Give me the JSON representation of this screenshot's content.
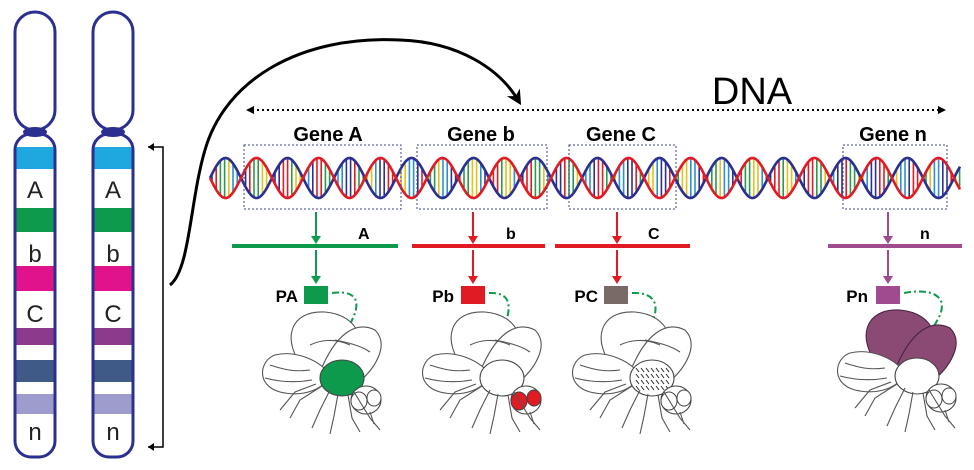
{
  "dna_label": "DNA",
  "chromosome_bands": [
    "A",
    "b",
    "C",
    "n"
  ],
  "genes": [
    {
      "title": "Gene A",
      "gene_letter": "A",
      "protein": "PA",
      "color": "#0e9a4c",
      "fly_effect": "thorax"
    },
    {
      "title": "Gene b",
      "gene_letter": "b",
      "protein": "Pb",
      "color": "#e01b24",
      "fly_effect": "eyes"
    },
    {
      "title": "Gene C",
      "gene_letter": "C",
      "protein": "PC",
      "color": "#7a6a66",
      "fly_effect": "bristles"
    },
    {
      "title": "Gene n",
      "gene_letter": "n",
      "protein": "Pn",
      "color": "#a04a8f",
      "fly_effect": "wings"
    }
  ],
  "colors": {
    "chromosome_outline": "#2b2f8f",
    "band_cyan": "#1fa8e0",
    "band_green": "#0e9a4c",
    "band_magenta": "#e0138c",
    "band_purple": "#8c3b8c",
    "band_slate": "#3f5a86",
    "band_lavender": "#9d9ccc",
    "dna_strand_red": "#e01b24",
    "dna_strand_blue": "#2b2f8f",
    "gene_line_c": "#e01b24",
    "wing_fill": "#8a4a74"
  }
}
